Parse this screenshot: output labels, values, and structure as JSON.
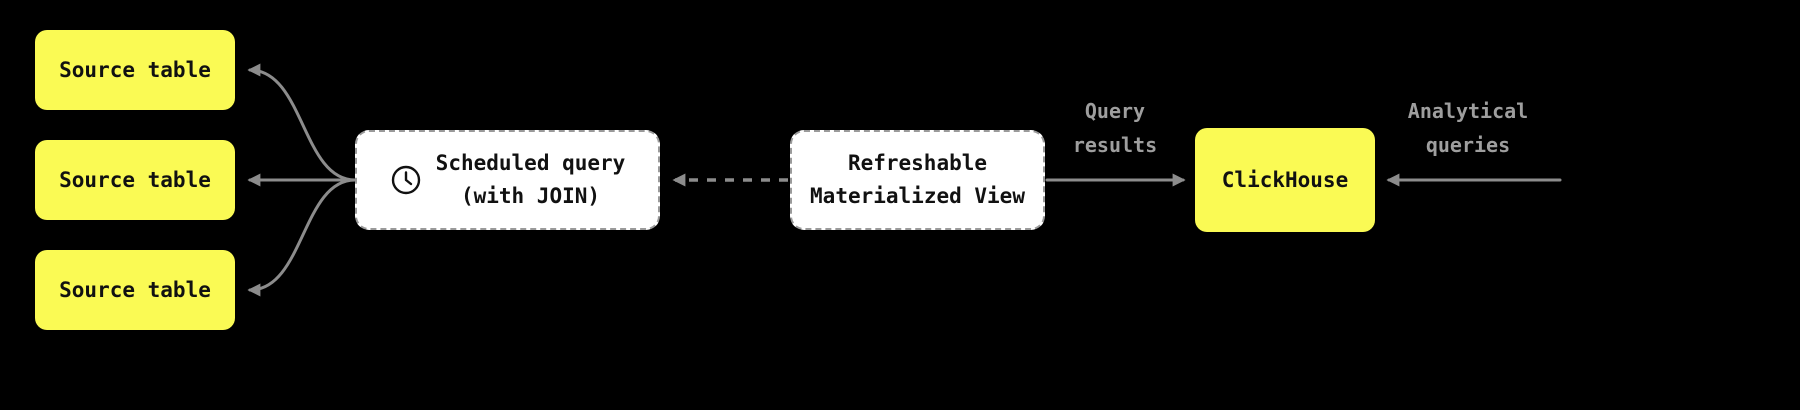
{
  "diagram": {
    "colors": {
      "background": "#000000",
      "node_yellow": "#FAFA54",
      "node_white": "#FFFFFF",
      "arrow": "#8C8C8C",
      "muted_label": "#9E9E9E",
      "node_text": "#111111"
    },
    "nodes": {
      "source_tables": [
        {
          "label": "Source table"
        },
        {
          "label": "Source table"
        },
        {
          "label": "Source table"
        }
      ],
      "scheduled_query": {
        "icon": "clock-icon",
        "line1": "Scheduled query",
        "line2": "(with JOIN)"
      },
      "materialized_view": {
        "line1": "Refreshable",
        "line2": "Materialized View"
      },
      "clickhouse": {
        "label": "ClickHouse"
      }
    },
    "labels": {
      "query_results": {
        "line1": "Query",
        "line2": "results"
      },
      "analytical_queries": {
        "line1": "Analytical",
        "line2": "queries"
      }
    }
  }
}
